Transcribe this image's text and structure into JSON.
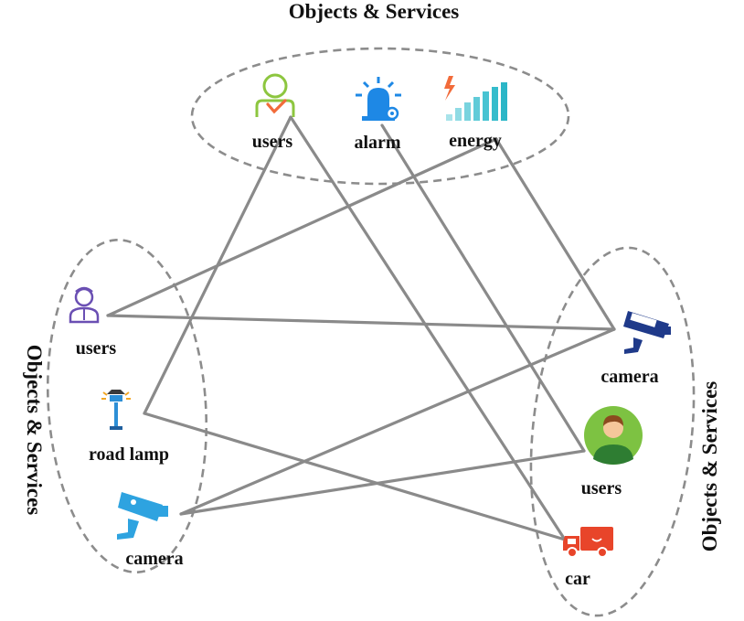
{
  "groups": {
    "top": {
      "title": "Objects & Services"
    },
    "left": {
      "title": "Objects & Services"
    },
    "right": {
      "title": "Objects & Services"
    }
  },
  "nodes": {
    "top_users": {
      "label": "users",
      "icon": "user-check-icon",
      "color": "#8dc63f"
    },
    "top_alarm": {
      "label": "alarm",
      "icon": "alarm-light-icon",
      "color": "#1e88e5"
    },
    "top_energy": {
      "label": "energy",
      "icon": "energy-bars-icon",
      "color": "#35c4d6"
    },
    "left_users": {
      "label": "users",
      "icon": "user-outline-icon",
      "color": "#6a4fb3"
    },
    "left_lamp": {
      "label": "road lamp",
      "icon": "road-lamp-icon",
      "color": "#2d8fd6"
    },
    "left_camera": {
      "label": "camera",
      "icon": "security-camera-icon",
      "color": "#2ea3e0"
    },
    "right_camera": {
      "label": "camera",
      "icon": "security-camera-icon",
      "color": "#1f3a8a"
    },
    "right_users": {
      "label": "users",
      "icon": "user-avatar-icon",
      "color": "#7dc242"
    },
    "right_car": {
      "label": "car",
      "icon": "delivery-truck-icon",
      "color": "#e8452a"
    }
  },
  "edges": [
    [
      "top_users",
      "left_lamp"
    ],
    [
      "top_users",
      "right_car"
    ],
    [
      "top_alarm",
      "right_users"
    ],
    [
      "top_energy",
      "left_users"
    ],
    [
      "top_energy",
      "right_camera"
    ],
    [
      "left_users",
      "right_camera"
    ],
    [
      "left_lamp",
      "right_car"
    ],
    [
      "left_camera",
      "right_camera"
    ],
    [
      "left_camera",
      "right_users"
    ]
  ],
  "colors": {
    "edge": "#8a8a8a",
    "group_border": "#8c8c8c"
  }
}
